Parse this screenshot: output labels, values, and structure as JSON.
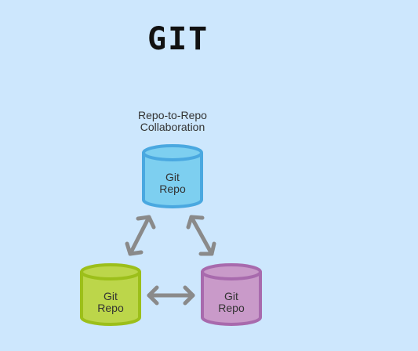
{
  "title": "GIT",
  "caption": {
    "line1": "Repo-to-Repo",
    "line2": "Collaboration"
  },
  "repos": [
    {
      "line1": "Git",
      "line2": "Repo",
      "color_body": "#7dcff0",
      "color_stroke": "#4aa8e0"
    },
    {
      "line1": "Git",
      "line2": "Repo",
      "color_body": "#bcd64a",
      "color_stroke": "#9cbf1a"
    },
    {
      "line1": "Git",
      "line2": "Repo",
      "color_body": "#c99ac9",
      "color_stroke": "#a86aad"
    }
  ],
  "colors": {
    "background": "#cde7fd",
    "arrow": "#8a8a8a"
  }
}
